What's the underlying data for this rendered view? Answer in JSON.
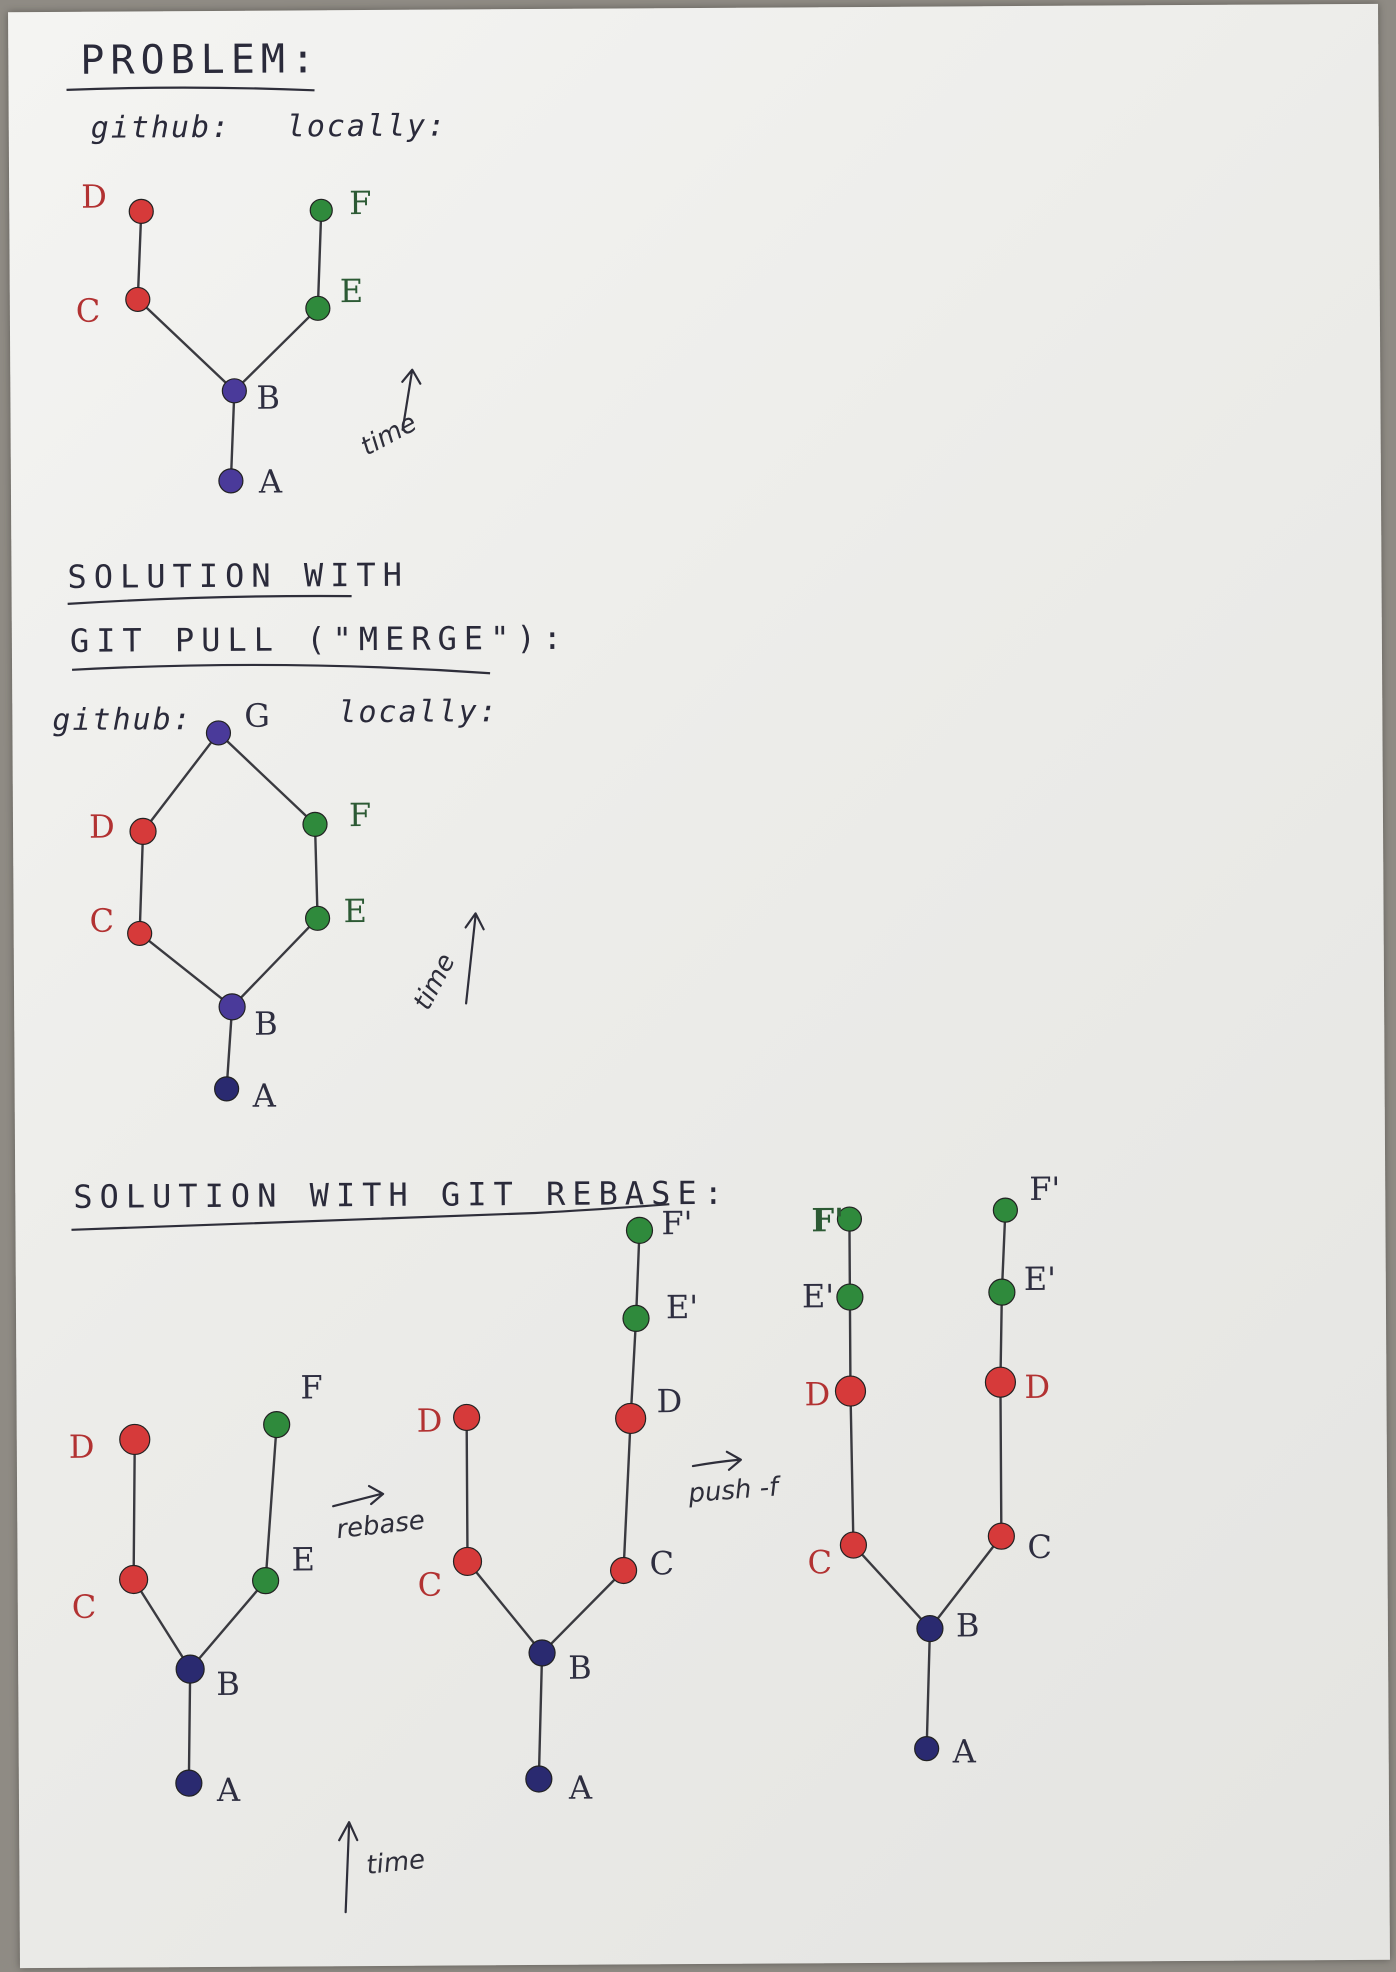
{
  "colors": {
    "red": "#d63a3a",
    "green": "#2f8a3c",
    "purple": "#4a3a9a",
    "navy": "#2a2a70"
  },
  "sections": {
    "problem": {
      "heading": "PROBLEM:",
      "left_label": "github:",
      "right_label": "locally:",
      "time_label": "time"
    },
    "merge": {
      "heading_line1": "SOLUTION WITH",
      "heading_line2": "GIT PULL (\"MERGE\"):",
      "left_label": "github:",
      "right_label": "locally:",
      "time_label": "time"
    },
    "rebase": {
      "heading": "SOLUTION WITH GIT REBASE:",
      "rebase_label": "rebase",
      "push_label": "push -f",
      "time_label": "time"
    }
  },
  "commits": {
    "A": "A",
    "B": "B",
    "C": "C",
    "D": "D",
    "E": "E",
    "F": "F",
    "G": "G",
    "E_prime": "E'",
    "F_prime": "F'"
  }
}
